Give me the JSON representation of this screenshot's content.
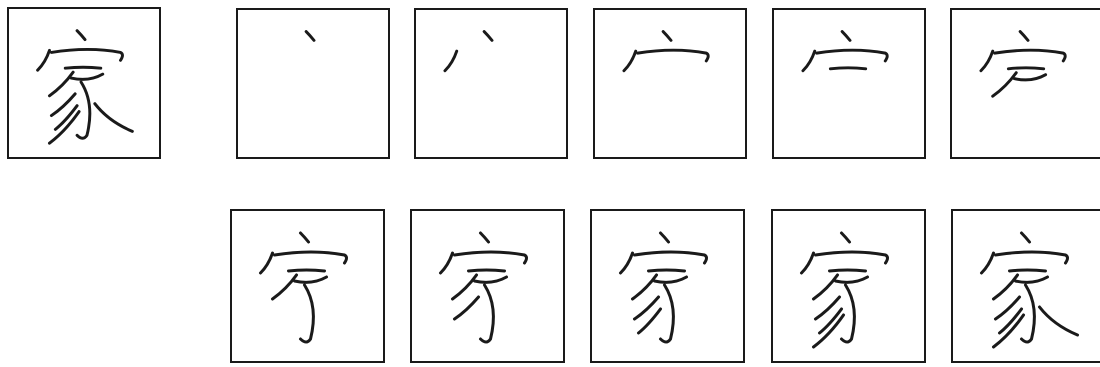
{
  "character": "家",
  "stroke_count": 10,
  "reference": {
    "character": "家"
  },
  "steps": [
    {
      "step": 1
    },
    {
      "step": 2
    },
    {
      "step": 3
    },
    {
      "step": 4
    },
    {
      "step": 5
    },
    {
      "step": 6
    },
    {
      "step": 7
    },
    {
      "step": 8
    },
    {
      "step": 9
    },
    {
      "step": 10
    }
  ]
}
